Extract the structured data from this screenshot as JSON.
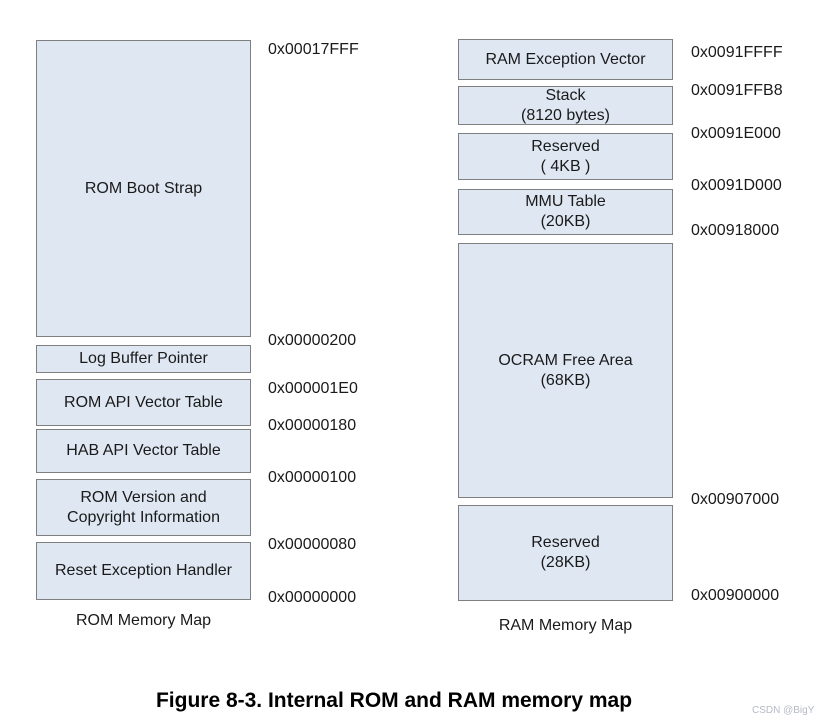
{
  "colors": {
    "block_fill": "#dfe7f2",
    "block_border": "#7f7f7f",
    "text": "#1a1a1a",
    "watermark": "#b4bac4"
  },
  "rom": {
    "caption": "ROM Memory Map",
    "blocks": [
      {
        "line1": "ROM Boot Strap"
      },
      {
        "line1": "Log Buffer Pointer"
      },
      {
        "line1": "ROM API Vector Table"
      },
      {
        "line1": "HAB API Vector Table"
      },
      {
        "line1": "ROM Version and",
        "line2": "Copyright Information"
      },
      {
        "line1": "Reset Exception Handler"
      }
    ],
    "addresses": [
      "0x00017FFF",
      "0x00000200",
      "0x000001E0",
      "0x00000180",
      "0x00000100",
      "0x00000080",
      "0x00000000"
    ]
  },
  "ram": {
    "caption": "RAM Memory Map",
    "blocks": [
      {
        "line1": "RAM Exception Vector"
      },
      {
        "line1": "Stack",
        "line2": "(8120 bytes)"
      },
      {
        "line1": "Reserved",
        "line2": "( 4KB )"
      },
      {
        "line1": "MMU Table",
        "line2": "(20KB)"
      },
      {
        "line1": "OCRAM Free Area",
        "line2": "(68KB)"
      },
      {
        "line1": "Reserved",
        "line2": "(28KB)"
      }
    ],
    "addresses": [
      "0x0091FFFF",
      "0x0091FFB8",
      "0x0091E000",
      "0x0091D000",
      "0x00918000",
      "0x00907000",
      "0x00900000"
    ]
  },
  "figure_caption": "Figure 8-3. Internal ROM and RAM memory map",
  "watermark": "CSDN @BigY"
}
